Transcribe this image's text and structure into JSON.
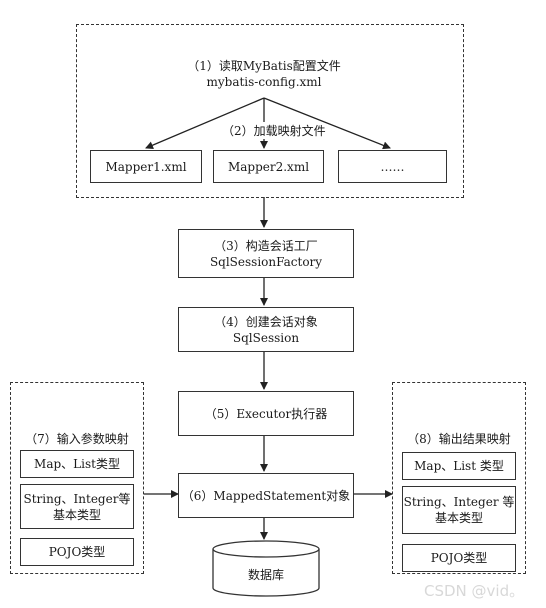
{
  "top_group": {
    "title_line1": "（1）读取MyBatis配置文件",
    "title_line2": "mybatis-config.xml",
    "load_label": "（2）加载映射文件",
    "mappers": [
      "Mapper1.xml",
      "Mapper2.xml",
      "……"
    ]
  },
  "steps": {
    "factory_line1": "（3）构造会话工厂",
    "factory_line2": "SqlSessionFactory",
    "session_line1": "（4）创建会话对象",
    "session_line2": "SqlSession",
    "executor": "（5）Executor执行器",
    "mapped_statement": "（6）MappedStatement对象",
    "database": "数据库"
  },
  "input_group": {
    "title": "（7）输入参数映射",
    "items": [
      "Map、List类型",
      "String、Integer等",
      "基本类型",
      "POJO类型"
    ]
  },
  "output_group": {
    "title": "（8）输出结果映射",
    "items": [
      "Map、List 类型",
      "String、Integer 等",
      "基本类型",
      "POJO类型"
    ]
  },
  "watermark": "CSDN @vid。"
}
